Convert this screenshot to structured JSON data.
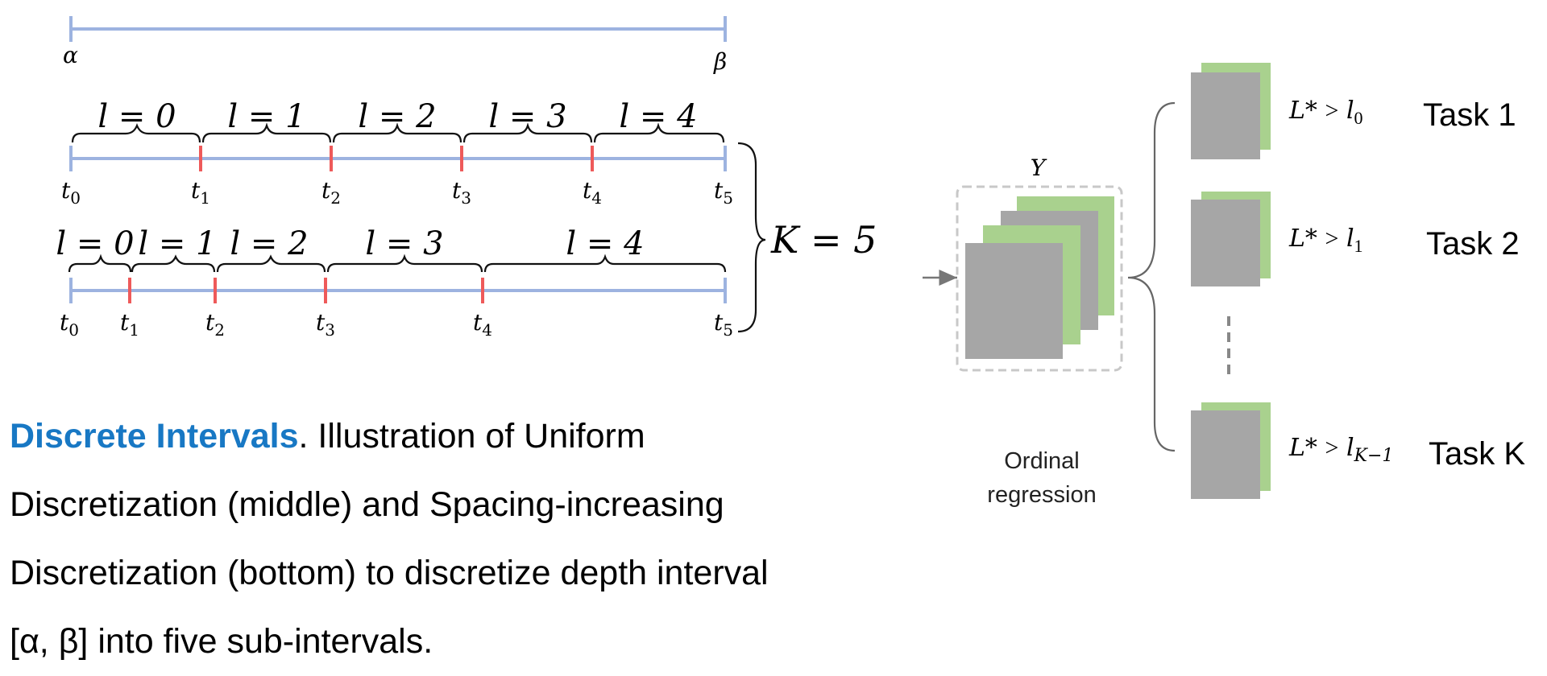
{
  "range_line": {
    "start_label": "α",
    "end_label": "β"
  },
  "uniform": {
    "interval_labels": [
      "l = 0",
      "l = 1",
      "l = 2",
      "l = 3",
      "l = 4"
    ],
    "tick_labels": [
      "t0",
      "t1",
      "t2",
      "t3",
      "t4",
      "t5"
    ]
  },
  "spacing_increasing": {
    "interval_labels": [
      "l = 0",
      "l = 1",
      "l = 2",
      "l = 3",
      "l = 4"
    ],
    "tick_labels": [
      "t0",
      "t1",
      "t2",
      "t3",
      "t4",
      "t5"
    ]
  },
  "k_label": "K = 5",
  "network": {
    "feature_label": "Y",
    "module_label_line1": "Ordinal",
    "module_label_line2": "regression",
    "tasks": [
      {
        "condition_lhs": "L*",
        "condition_op": ">",
        "condition_var": "l",
        "condition_sub": "0",
        "name": "Task 1"
      },
      {
        "condition_lhs": "L*",
        "condition_op": ">",
        "condition_var": "l",
        "condition_sub": "1",
        "name": "Task 2"
      },
      {
        "condition_lhs": "L*",
        "condition_op": ">",
        "condition_var": "l",
        "condition_sub": "K−1",
        "name": "Task K"
      }
    ]
  },
  "caption": {
    "highlight": "Discrete Intervals",
    "text": ". Illustration of Uniform Discretization (middle) and Spacing-increasing Discretization (bottom) to discretize depth interval [α, β] into five sub-intervals."
  },
  "colors": {
    "axis_line": "#9db3e0",
    "tick_mark": "#ee5a5a",
    "highlight_text": "#1878c4",
    "feature_green": "#a9d18e",
    "feature_gray": "#a6a6a6",
    "dashed_box": "#c8c8c8"
  }
}
